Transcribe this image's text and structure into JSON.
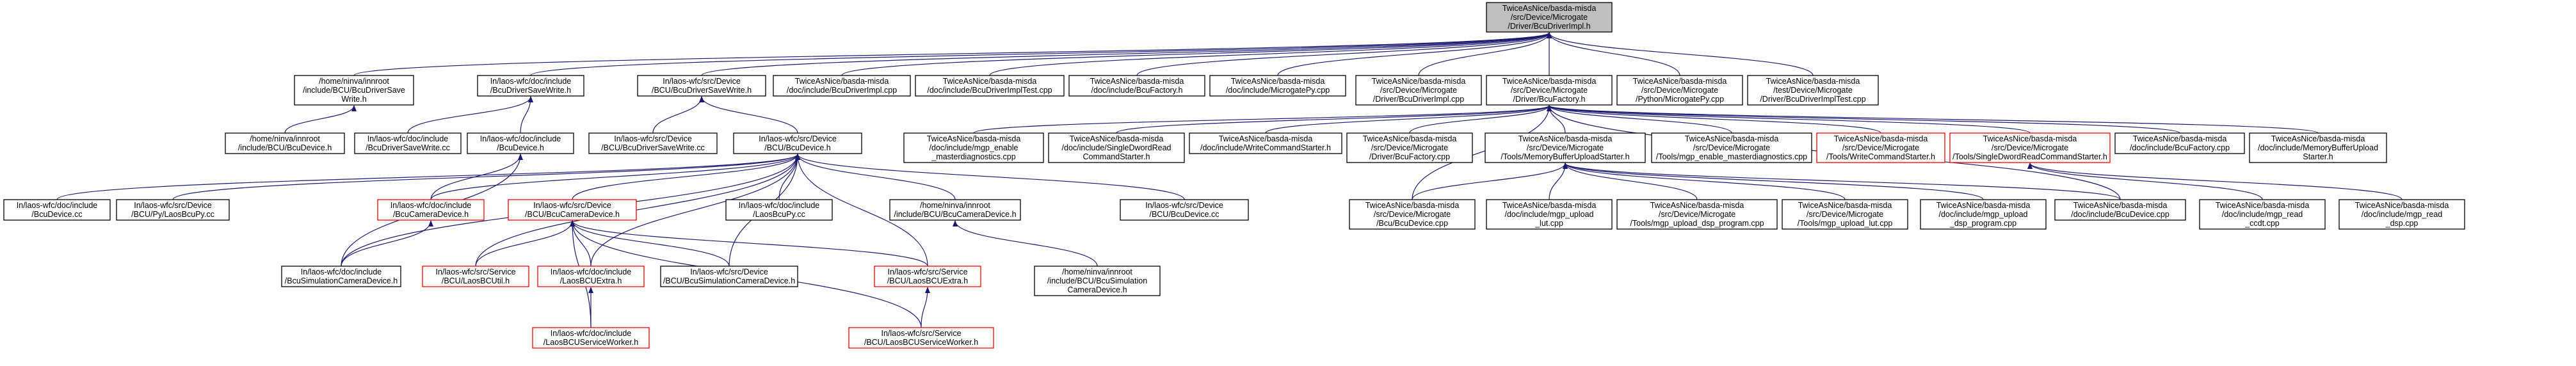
{
  "graph": {
    "root": "root",
    "colors": {
      "edge": "#191970",
      "box": "#000000",
      "box_red": "#ff0000",
      "root_fill": "#bfbfbf",
      "background": "#ffffff"
    },
    "nodes": [
      {
        "id": "root",
        "lines": [
          "TwiceAsNice/basda-misda",
          "/src/Device/Microgate",
          "/Driver/BcuDriverImpl.h"
        ],
        "style": "root"
      },
      {
        "id": "a1",
        "lines": [
          "/home/ninva/innroot",
          "/include/BCU/BcuDriverSave",
          "Write.h"
        ],
        "style": "black"
      },
      {
        "id": "a2",
        "lines": [
          "In/laos-wfc/doc/include",
          "/BcuDriverSaveWrite.h"
        ],
        "style": "black"
      },
      {
        "id": "a3",
        "lines": [
          "In/laos-wfc/src/Device",
          "/BCU/BcuDriverSaveWrite.h"
        ],
        "style": "black"
      },
      {
        "id": "a4",
        "lines": [
          "TwiceAsNice/basda-misda",
          "/doc/include/BcuDriverImpl.cpp"
        ],
        "style": "black"
      },
      {
        "id": "a5",
        "lines": [
          "TwiceAsNice/basda-misda",
          "/doc/include/BcuDriverImplTest.cpp"
        ],
        "style": "black"
      },
      {
        "id": "a6",
        "lines": [
          "TwiceAsNice/basda-misda",
          "/doc/include/BcuFactory.h"
        ],
        "style": "black"
      },
      {
        "id": "a7",
        "lines": [
          "TwiceAsNice/basda-misda",
          "/doc/include/MicrogatePy.cpp"
        ],
        "style": "black"
      },
      {
        "id": "a8",
        "lines": [
          "TwiceAsNice/basda-misda",
          "/src/Device/Microgate",
          "/Driver/BcuDriverImpl.cpp"
        ],
        "style": "black"
      },
      {
        "id": "a9",
        "lines": [
          "TwiceAsNice/basda-misda",
          "/src/Device/Microgate",
          "/Driver/BcuFactory.h"
        ],
        "style": "black"
      },
      {
        "id": "a10",
        "lines": [
          "TwiceAsNice/basda-misda",
          "/src/Device/Microgate",
          "/Python/MicrogatePy.cpp"
        ],
        "style": "black"
      },
      {
        "id": "a11",
        "lines": [
          "TwiceAsNice/basda-misda",
          "/test/Device/Microgate",
          "/Driver/BcuDriverImplTest.cpp"
        ],
        "style": "black"
      },
      {
        "id": "b1",
        "lines": [
          "/home/ninva/innroot",
          "/include/BCU/BcuDevice.h"
        ],
        "style": "black"
      },
      {
        "id": "b2",
        "lines": [
          "In/laos-wfc/doc/include",
          "/BcuDriverSaveWrite.cc"
        ],
        "style": "black"
      },
      {
        "id": "b3",
        "lines": [
          "In/laos-wfc/doc/include",
          "/BcuDevice.h"
        ],
        "style": "black"
      },
      {
        "id": "b4",
        "lines": [
          "In/laos-wfc/src/Device",
          "/BCU/BcuDriverSaveWrite.cc"
        ],
        "style": "black"
      },
      {
        "id": "b5",
        "lines": [
          "In/laos-wfc/src/Device",
          "/BCU/BcuDevice.h"
        ],
        "style": "black"
      },
      {
        "id": "b6",
        "lines": [
          "TwiceAsNice/basda-misda",
          "/doc/include/mgp_enable",
          "_masterdiagnostics.cpp"
        ],
        "style": "black"
      },
      {
        "id": "b7",
        "lines": [
          "TwiceAsNice/basda-misda",
          "/doc/include/SingleDwordRead",
          "CommandStarter.h"
        ],
        "style": "black"
      },
      {
        "id": "b8",
        "lines": [
          "TwiceAsNice/basda-misda",
          "/doc/include/WriteCommandStarter.h"
        ],
        "style": "black"
      },
      {
        "id": "b9",
        "lines": [
          "TwiceAsNice/basda-misda",
          "/src/Device/Microgate",
          "/Driver/BcuFactory.cpp"
        ],
        "style": "black"
      },
      {
        "id": "b10",
        "lines": [
          "TwiceAsNice/basda-misda",
          "/src/Device/Microgate",
          "/Tools/MemoryBufferUploadStarter.h"
        ],
        "style": "black"
      },
      {
        "id": "b11",
        "lines": [
          "TwiceAsNice/basda-misda",
          "/src/Device/Microgate",
          "/Tools/mgp_enable_masterdiagnostics.cpp"
        ],
        "style": "black"
      },
      {
        "id": "b12",
        "lines": [
          "TwiceAsNice/basda-misda",
          "/src/Device/Microgate",
          "/Tools/WriteCommandStarter.h"
        ],
        "style": "red"
      },
      {
        "id": "b13",
        "lines": [
          "TwiceAsNice/basda-misda",
          "/src/Device/Microgate",
          "/Tools/SingleDwordReadCommandStarter.h"
        ],
        "style": "red"
      },
      {
        "id": "b14",
        "lines": [
          "TwiceAsNice/basda-misda",
          "/doc/include/BcuFactory.cpp"
        ],
        "style": "black"
      },
      {
        "id": "b15",
        "lines": [
          "TwiceAsNice/basda-misda",
          "/doc/include/MemoryBufferUpload",
          "Starter.h"
        ],
        "style": "black"
      },
      {
        "id": "c1",
        "lines": [
          "In/laos-wfc/doc/include",
          "/BcuDevice.cc"
        ],
        "style": "black"
      },
      {
        "id": "c2",
        "lines": [
          "In/laos-wfc/src/Device",
          "/BCU/Py/LaosBcuPy.cc"
        ],
        "style": "black"
      },
      {
        "id": "c3",
        "lines": [
          "In/laos-wfc/doc/include",
          "/BcuCameraDevice.h"
        ],
        "style": "red"
      },
      {
        "id": "c4",
        "lines": [
          "In/laos-wfc/src/Device",
          "/BCU/BcuCameraDevice.h"
        ],
        "style": "red"
      },
      {
        "id": "c5",
        "lines": [
          "In/laos-wfc/doc/include",
          "/LaosBcuPy.cc"
        ],
        "style": "black"
      },
      {
        "id": "c6",
        "lines": [
          "/home/ninva/innroot",
          "/include/BCU/BcuCameraDevice.h"
        ],
        "style": "black"
      },
      {
        "id": "c7",
        "lines": [
          "In/laos-wfc/src/Device",
          "/BCU/BcuDevice.cc"
        ],
        "style": "black"
      },
      {
        "id": "c8",
        "lines": [
          "TwiceAsNice/basda-misda",
          "/src/Device/Microgate",
          "/Bcu/BcuDevice.cpp"
        ],
        "style": "black"
      },
      {
        "id": "c9",
        "lines": [
          "TwiceAsNice/basda-misda",
          "/doc/include/mgp_upload",
          "_lut.cpp"
        ],
        "style": "black"
      },
      {
        "id": "c10",
        "lines": [
          "TwiceAsNice/basda-misda",
          "/src/Device/Microgate",
          "/Tools/mgp_upload_dsp_program.cpp"
        ],
        "style": "black"
      },
      {
        "id": "c11",
        "lines": [
          "TwiceAsNice/basda-misda",
          "/src/Device/Microgate",
          "/Tools/mgp_upload_lut.cpp"
        ],
        "style": "black"
      },
      {
        "id": "c12",
        "lines": [
          "TwiceAsNice/basda-misda",
          "/doc/include/mgp_upload",
          "_dsp_program.cpp"
        ],
        "style": "black"
      },
      {
        "id": "c13",
        "lines": [
          "TwiceAsNice/basda-misda",
          "/doc/include/BcuDevice.cpp"
        ],
        "style": "black"
      },
      {
        "id": "c14",
        "lines": [
          "TwiceAsNice/basda-misda",
          "/doc/include/mgp_read",
          "_ccdt.cpp"
        ],
        "style": "black"
      },
      {
        "id": "c15",
        "lines": [
          "TwiceAsNice/basda-misda",
          "/doc/include/mgp_read",
          "_dsp.cpp"
        ],
        "style": "black"
      },
      {
        "id": "d1",
        "lines": [
          "In/laos-wfc/doc/include",
          "/BcuSimulationCameraDevice.h"
        ],
        "style": "black"
      },
      {
        "id": "d2",
        "lines": [
          "In/laos-wfc/src/Service",
          "/BCU/LaosBCUtil.h"
        ],
        "style": "red"
      },
      {
        "id": "d3",
        "lines": [
          "In/laos-wfc/doc/include",
          "/LaosBCUExtra.h"
        ],
        "style": "red"
      },
      {
        "id": "d4",
        "lines": [
          "In/laos-wfc/src/Device",
          "/BCU/BcuSimulationCameraDevice.h"
        ],
        "style": "black"
      },
      {
        "id": "d5",
        "lines": [
          "In/laos-wfc/src/Service",
          "/BCU/LaosBCUExtra.h"
        ],
        "style": "red"
      },
      {
        "id": "d6",
        "lines": [
          "/home/ninva/innroot",
          "/include/BCU/BcuSimulation",
          "CameraDevice.h"
        ],
        "style": "black"
      },
      {
        "id": "e1",
        "lines": [
          "In/laos-wfc/doc/include",
          "/LaosBCUServiceWorker.h"
        ],
        "style": "red"
      },
      {
        "id": "e2",
        "lines": [
          "In/laos-wfc/src/Service",
          "/BCU/LaosBCUServiceWorker.h"
        ],
        "style": "red"
      }
    ],
    "edges": [
      [
        "a1",
        "root"
      ],
      [
        "a2",
        "root"
      ],
      [
        "a3",
        "root"
      ],
      [
        "a4",
        "root"
      ],
      [
        "a5",
        "root"
      ],
      [
        "a6",
        "root"
      ],
      [
        "a7",
        "root"
      ],
      [
        "a8",
        "root"
      ],
      [
        "a9",
        "root"
      ],
      [
        "a10",
        "root"
      ],
      [
        "a11",
        "root"
      ],
      [
        "b1",
        "a1"
      ],
      [
        "b2",
        "a2"
      ],
      [
        "b3",
        "a2"
      ],
      [
        "b4",
        "a3"
      ],
      [
        "b5",
        "a3"
      ],
      [
        "b6",
        "a9"
      ],
      [
        "b7",
        "a9"
      ],
      [
        "b8",
        "a9"
      ],
      [
        "b9",
        "a9"
      ],
      [
        "b10",
        "a9"
      ],
      [
        "b11",
        "a9"
      ],
      [
        "b12",
        "a9"
      ],
      [
        "b13",
        "a9"
      ],
      [
        "b14",
        "a9"
      ],
      [
        "b15",
        "a9"
      ],
      [
        "c8",
        "a9"
      ],
      [
        "c13",
        "a9"
      ],
      [
        "c1",
        "b5"
      ],
      [
        "c2",
        "b5"
      ],
      [
        "c3",
        "b5"
      ],
      [
        "c4",
        "b5"
      ],
      [
        "c5",
        "b5"
      ],
      [
        "c6",
        "b5"
      ],
      [
        "c7",
        "b5"
      ],
      [
        "d1",
        "b5"
      ],
      [
        "d2",
        "b5"
      ],
      [
        "d3",
        "b5"
      ],
      [
        "d4",
        "b5"
      ],
      [
        "d5",
        "b5"
      ],
      [
        "c3",
        "b3"
      ],
      [
        "d1",
        "b3"
      ],
      [
        "c8",
        "b10"
      ],
      [
        "c9",
        "b10"
      ],
      [
        "c10",
        "b10"
      ],
      [
        "c11",
        "b10"
      ],
      [
        "c12",
        "b10"
      ],
      [
        "c13",
        "b10"
      ],
      [
        "c14",
        "b13"
      ],
      [
        "c15",
        "b13"
      ],
      [
        "d1",
        "c3"
      ],
      [
        "d2",
        "c4"
      ],
      [
        "d3",
        "c4"
      ],
      [
        "d4",
        "c4"
      ],
      [
        "d5",
        "c4"
      ],
      [
        "e1",
        "c4"
      ],
      [
        "e2",
        "c4"
      ],
      [
        "d6",
        "c6"
      ],
      [
        "e1",
        "d3"
      ],
      [
        "e2",
        "d5"
      ]
    ]
  }
}
